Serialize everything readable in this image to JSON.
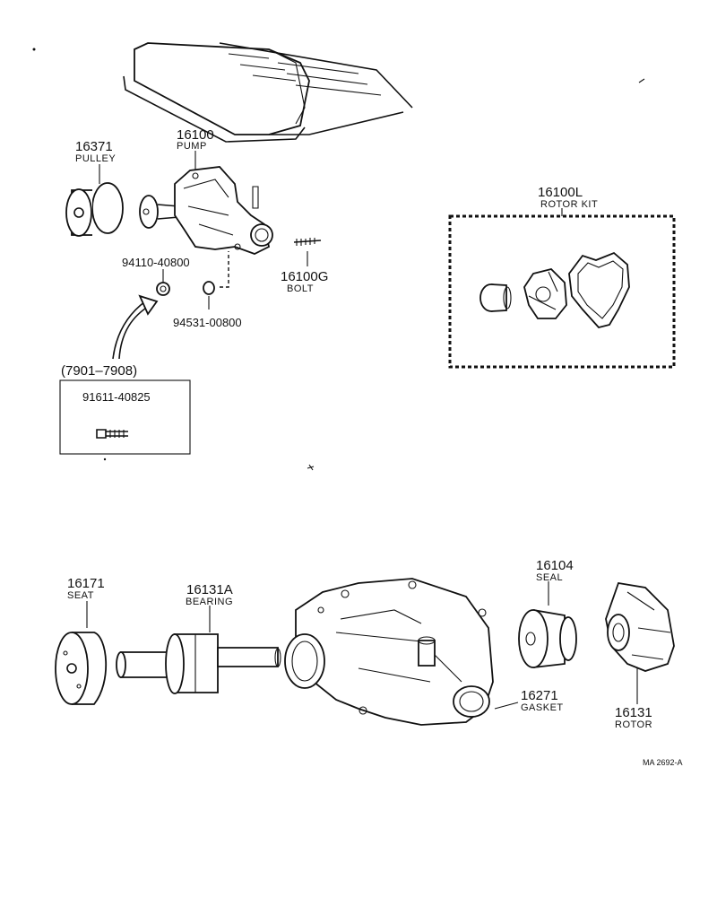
{
  "labels": {
    "pulley_top": {
      "number": "16371",
      "name": "PULLEY"
    },
    "pump": {
      "number": "16100",
      "name": "PUMP"
    },
    "bolt": {
      "number": "16100G",
      "name": "BOLT"
    },
    "nut": {
      "number": "94110-40800"
    },
    "washer": {
      "number": "94531-00800"
    },
    "date_range": "(7901–7908)",
    "alt_bolt": {
      "number": "91611-40825"
    },
    "rotor_kit": {
      "number": "16100L",
      "name": "ROTOR KIT"
    },
    "seat": {
      "number": "16171",
      "name": "SEAT"
    },
    "bearing": {
      "number": "16131A",
      "name": "BEARING"
    },
    "seal": {
      "number": "16104",
      "name": "SEAL"
    },
    "gasket": {
      "number": "16271",
      "name": "GASKET"
    },
    "rotor": {
      "number": "16131",
      "name": "ROTOR"
    },
    "drawing_code": "MA  2692-A"
  }
}
